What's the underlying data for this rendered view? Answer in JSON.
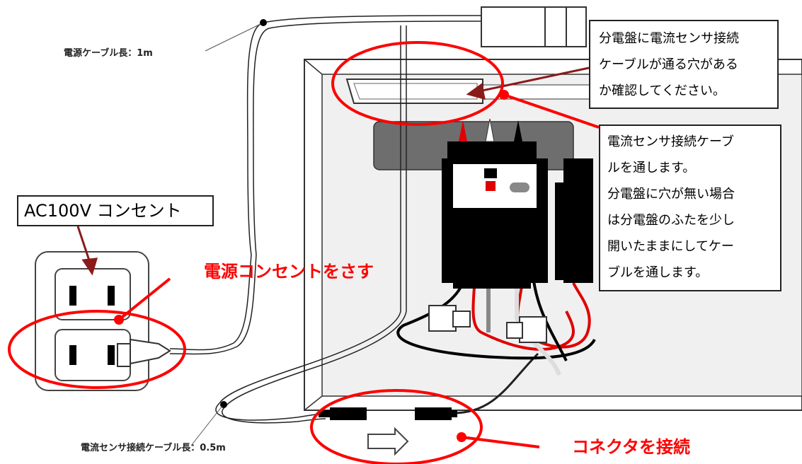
{
  "labels": {
    "power_cable_length": "電源ケーブル長：1m",
    "sensor_cable_length": "電流センサ接続ケーブル長：0.5m",
    "outlet": "AC100V コンセント",
    "plug_in": "電源コンセントをさす",
    "connect": "コネクタを接続"
  },
  "callouts": {
    "hole_check": [
      "分電盤に電流センサ接続",
      "ケーブルが通る穴がある",
      "か確認してください。"
    ],
    "routing": [
      "電流センサ接続ケーブ",
      "ルを通します。",
      "分電盤に穴が無い場合",
      "は分電盤のふたを少し",
      "開いたままにしてケー",
      "ブルを通します。"
    ]
  },
  "colors": {
    "highlight": "#ff0000",
    "arrow": "#8b1a1a",
    "device": "#000000",
    "panel_slot": "#6e6e6e"
  }
}
